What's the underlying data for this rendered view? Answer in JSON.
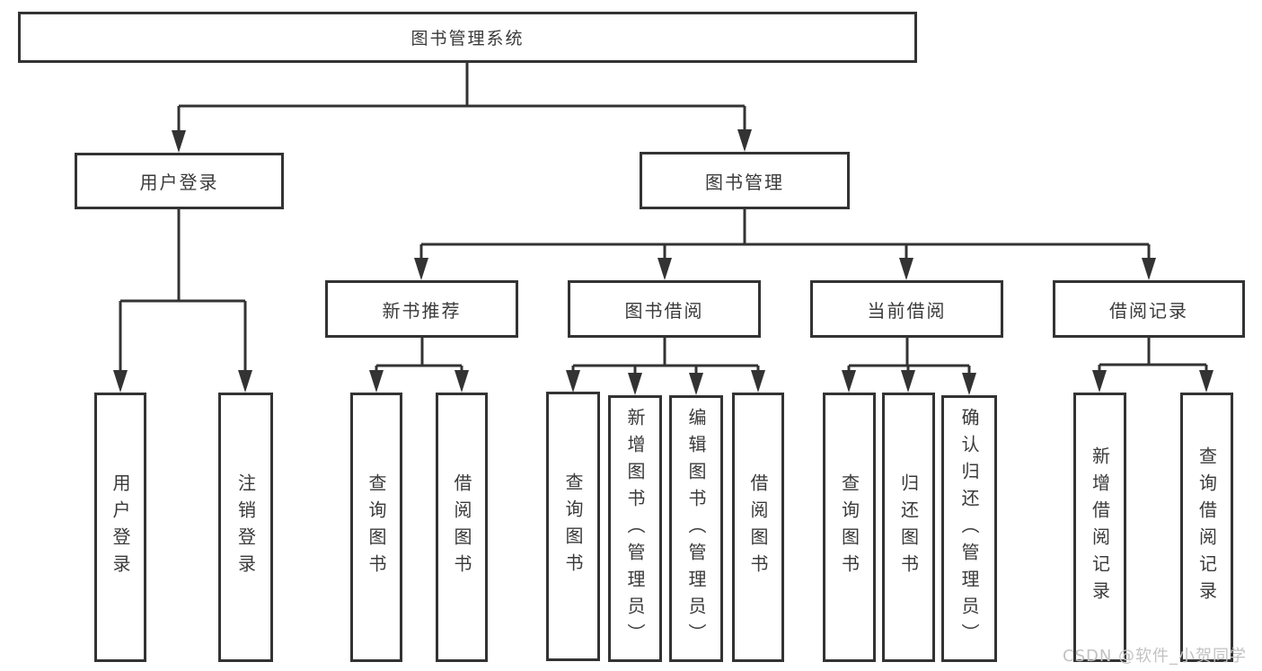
{
  "diagram": {
    "root": "图书管理系统",
    "level2": {
      "user_login": "用户登录",
      "book_management": "图书管理"
    },
    "level3": {
      "new_book_recommend": "新书推荐",
      "book_borrow": "图书借阅",
      "current_borrow": "当前借阅",
      "borrow_record": "借阅记录"
    },
    "leaves": {
      "user_login": [
        "用户登录",
        "注销登录"
      ],
      "new_book_recommend": [
        "查询图书",
        "借阅图书"
      ],
      "book_borrow": [
        "查询图书",
        "新增图书（管理员）",
        "编辑图书（管理员）",
        "借阅图书"
      ],
      "current_borrow": [
        "查询图书",
        "归还图书",
        "确认归还（管理员）"
      ],
      "borrow_record": [
        "新增借阅记录",
        "查询借阅记录"
      ]
    },
    "watermark": "CSDN @软件_小贺同学",
    "colors": {
      "line": "#333333",
      "text": "#3a3a3a",
      "watermark": "#c2c2c2",
      "background": "#ffffff"
    }
  }
}
